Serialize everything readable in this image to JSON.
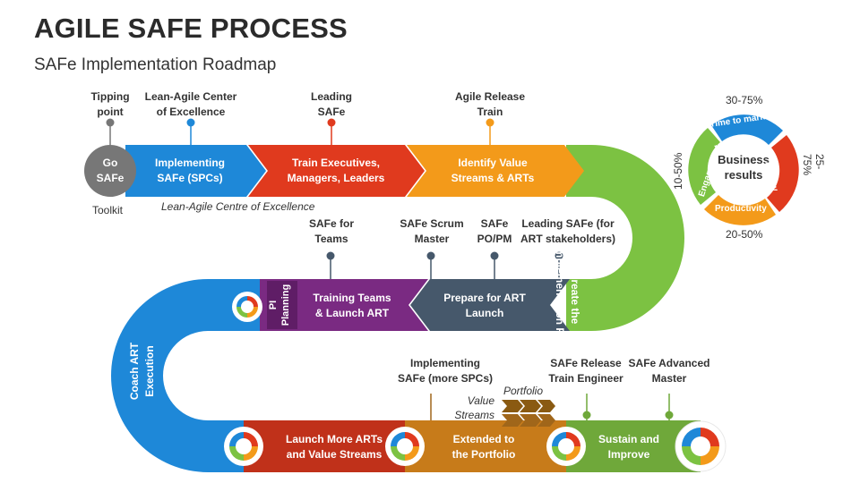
{
  "header": {
    "title": "AGILE SAFE PROCESS",
    "subtitle": "SAFe Implementation Roadmap"
  },
  "row1": {
    "go_label_1": "Go",
    "go_label_2": "SAFe",
    "toolkit": "Toolkit",
    "lean_centre": "Lean-Agile Centre of Excellence",
    "arrows": [
      {
        "line1": "Implementing",
        "line2": "SAFe (SPCs)"
      },
      {
        "line1": "Train Executives,",
        "line2": "Managers, Leaders"
      },
      {
        "line1": "Identify Value",
        "line2": "Streams & ARTs"
      }
    ],
    "top_labels": [
      {
        "line1": "Tipping",
        "line2": "point"
      },
      {
        "line1": "Lean-Agile Center",
        "line2": "of Excellence"
      },
      {
        "line1": "Leading",
        "line2": "SAFe"
      },
      {
        "line1": "Agile Release",
        "line2": "Train"
      }
    ]
  },
  "curve_right": {
    "line1": "Create the",
    "line2": "Implementation Plan"
  },
  "row2": {
    "top_labels": [
      {
        "line1": "SAFe for",
        "line2": "Teams"
      },
      {
        "line1": "SAFe Scrum",
        "line2": "Master"
      },
      {
        "line1": "SAFe",
        "line2": "PO/PM"
      },
      {
        "line1": "Leading SAFe (for",
        "line2": "ART stakeholders)"
      }
    ],
    "prepare": {
      "line1": "Prepare for ART",
      "line2": "Launch"
    },
    "training": {
      "line1": "Training Teams",
      "line2": "& Launch ART"
    },
    "pi": {
      "line1": "PI",
      "line2": "Planning"
    }
  },
  "curve_left": {
    "line1": "Coach ART",
    "line2": "Execution"
  },
  "row3": {
    "top_labels": [
      {
        "line1": "Implementing",
        "line2": "SAFe (more SPCs)"
      },
      {
        "line1": "SAFe Release",
        "line2": "Train Engineer"
      },
      {
        "line1": "SAFe Advanced",
        "line2": "Master"
      }
    ],
    "value_streams_1": "Value",
    "value_streams_2": "Streams",
    "portfolio": "Portfolio",
    "segments": [
      {
        "line1": "Launch More ARTs",
        "line2": "and Value Streams"
      },
      {
        "line1": "Extended to",
        "line2": "the Portfolio"
      },
      {
        "line1": "Sustain and",
        "line2": "Improve"
      }
    ]
  },
  "wheel": {
    "center_1": "Business",
    "center_2": "results",
    "segments": [
      "Time to market",
      "Quality",
      "Productivity",
      "Engagement"
    ],
    "percentages": {
      "top": "30-75%",
      "right": "25-75%",
      "bottom": "20-50%",
      "left": "10-50%"
    }
  },
  "colors": {
    "blue": "#1e88d8",
    "red": "#e03a1e",
    "orange": "#f39a1a",
    "green": "#7cc242",
    "slate": "#46586b",
    "purple": "#7a2a82",
    "darkred": "#c0311a",
    "brown": "#c77b1a",
    "olive": "#6fa83a",
    "gray": "#777777"
  }
}
